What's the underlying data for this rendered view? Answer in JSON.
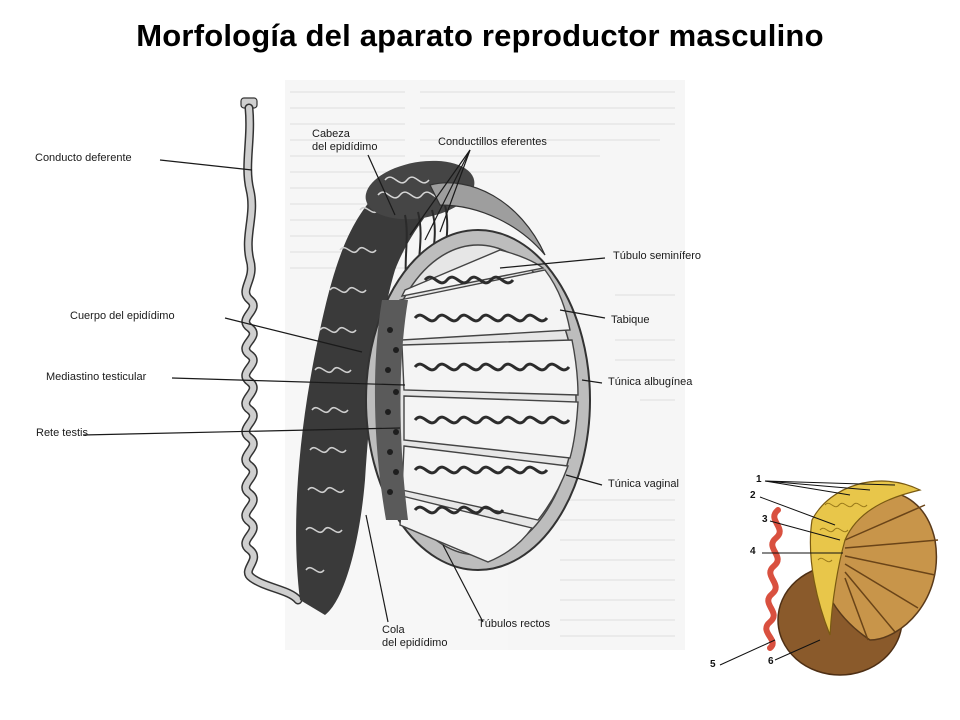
{
  "title": "Morfología del aparato reproductor masculino",
  "labels": {
    "conducto_deferente": "Conducto deferente",
    "cabeza_epididimo_1": "Cabeza",
    "cabeza_epididimo_2": "del epidídimo",
    "conductillos_eferentes": "Conductillos eferentes",
    "tubulo_seminifero": "Túbulo seminífero",
    "cuerpo_epididimo": "Cuerpo del epidídimo",
    "tabique": "Tabique",
    "mediastino_testicular": "Mediastino testicular",
    "tunica_albuginea": "Túnica albugínea",
    "rete_testis": "Rete testis",
    "tunica_vaginal": "Túnica vaginal",
    "cola_epididimo_1": "Cola",
    "cola_epididimo_2": "del epidídimo",
    "tubulos_rectos": "Túbulos rectos"
  },
  "inset_numbers": [
    "1",
    "2",
    "3",
    "4",
    "5",
    "6"
  ],
  "colors": {
    "tissue_dark": "#2a2a2a",
    "tissue_gray": "#bdbdbd",
    "inset_brown": "#8a5a2b",
    "inset_yellow": "#e8c64a",
    "inset_red": "#d9503f"
  }
}
